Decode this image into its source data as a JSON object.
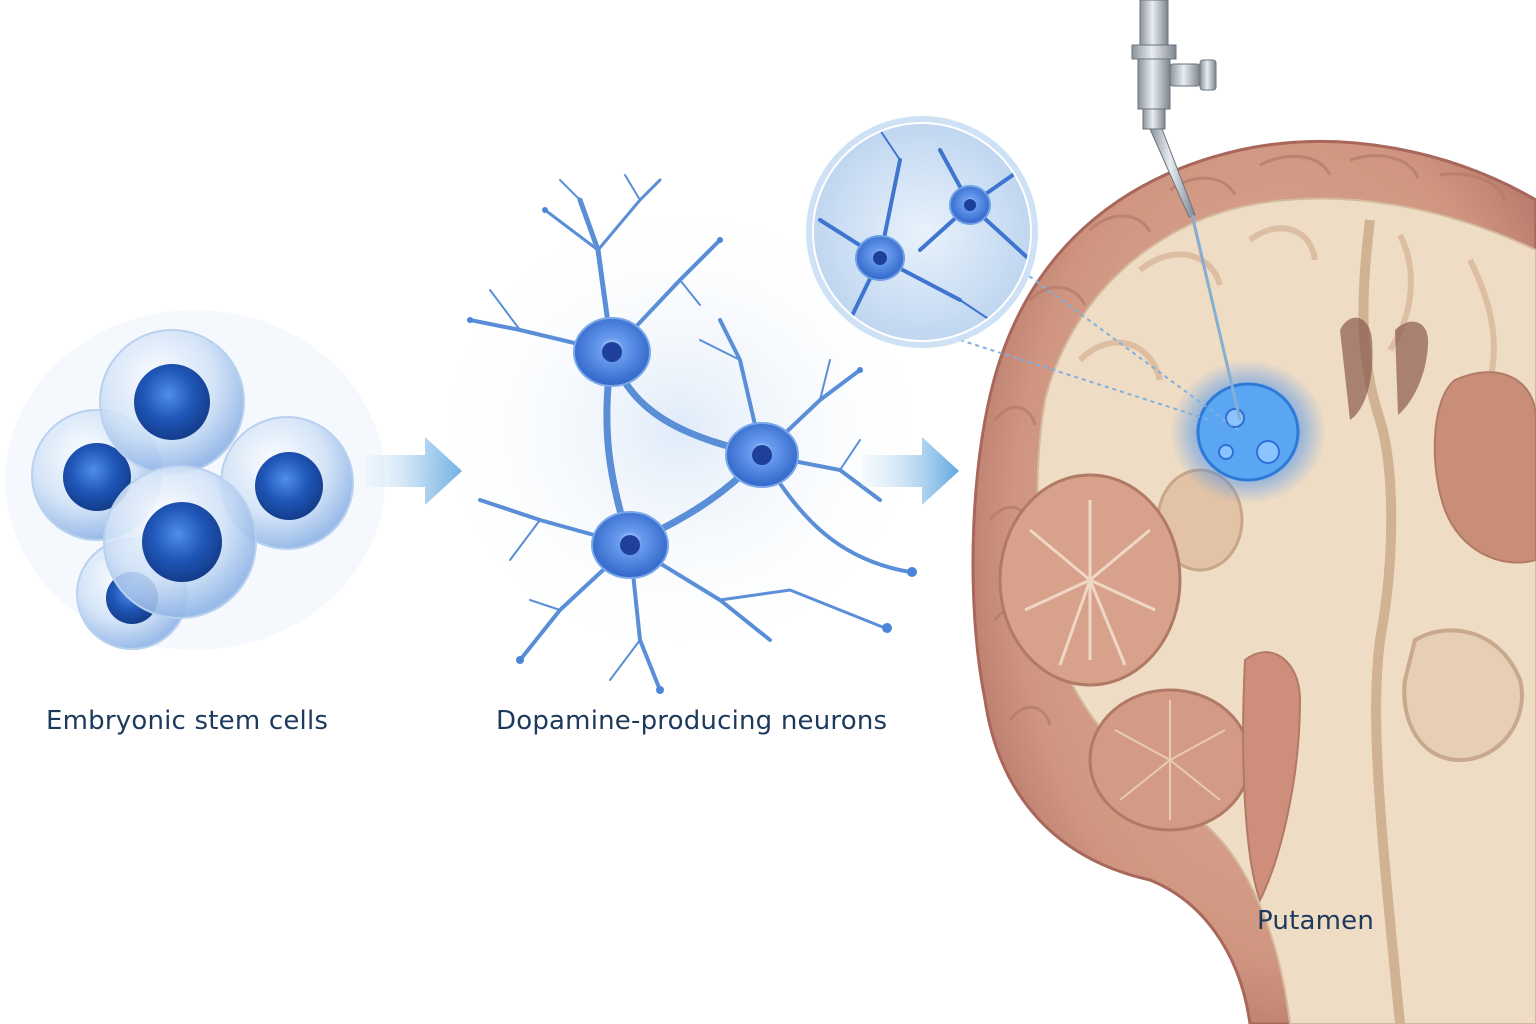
{
  "labels": {
    "stem_cells": "Embryonic stem cells",
    "neurons": "Dopamine-producing neurons",
    "target": "Putamen"
  },
  "colors": {
    "label_text": "#1d3a5c",
    "cell_blue": "#2f6fd6",
    "neuron_blue": "#4a86d8",
    "arrow_blue": "#6fb0e4",
    "brain_outer": "#cf9a86",
    "brain_inner": "#efd9c0",
    "putamen_glow": "#4aa3f0"
  },
  "icons": {
    "arrow_1": "right-arrow-icon",
    "arrow_2": "right-arrow-icon",
    "magnifier": "zoom-inset",
    "tool": "injection-needle"
  }
}
